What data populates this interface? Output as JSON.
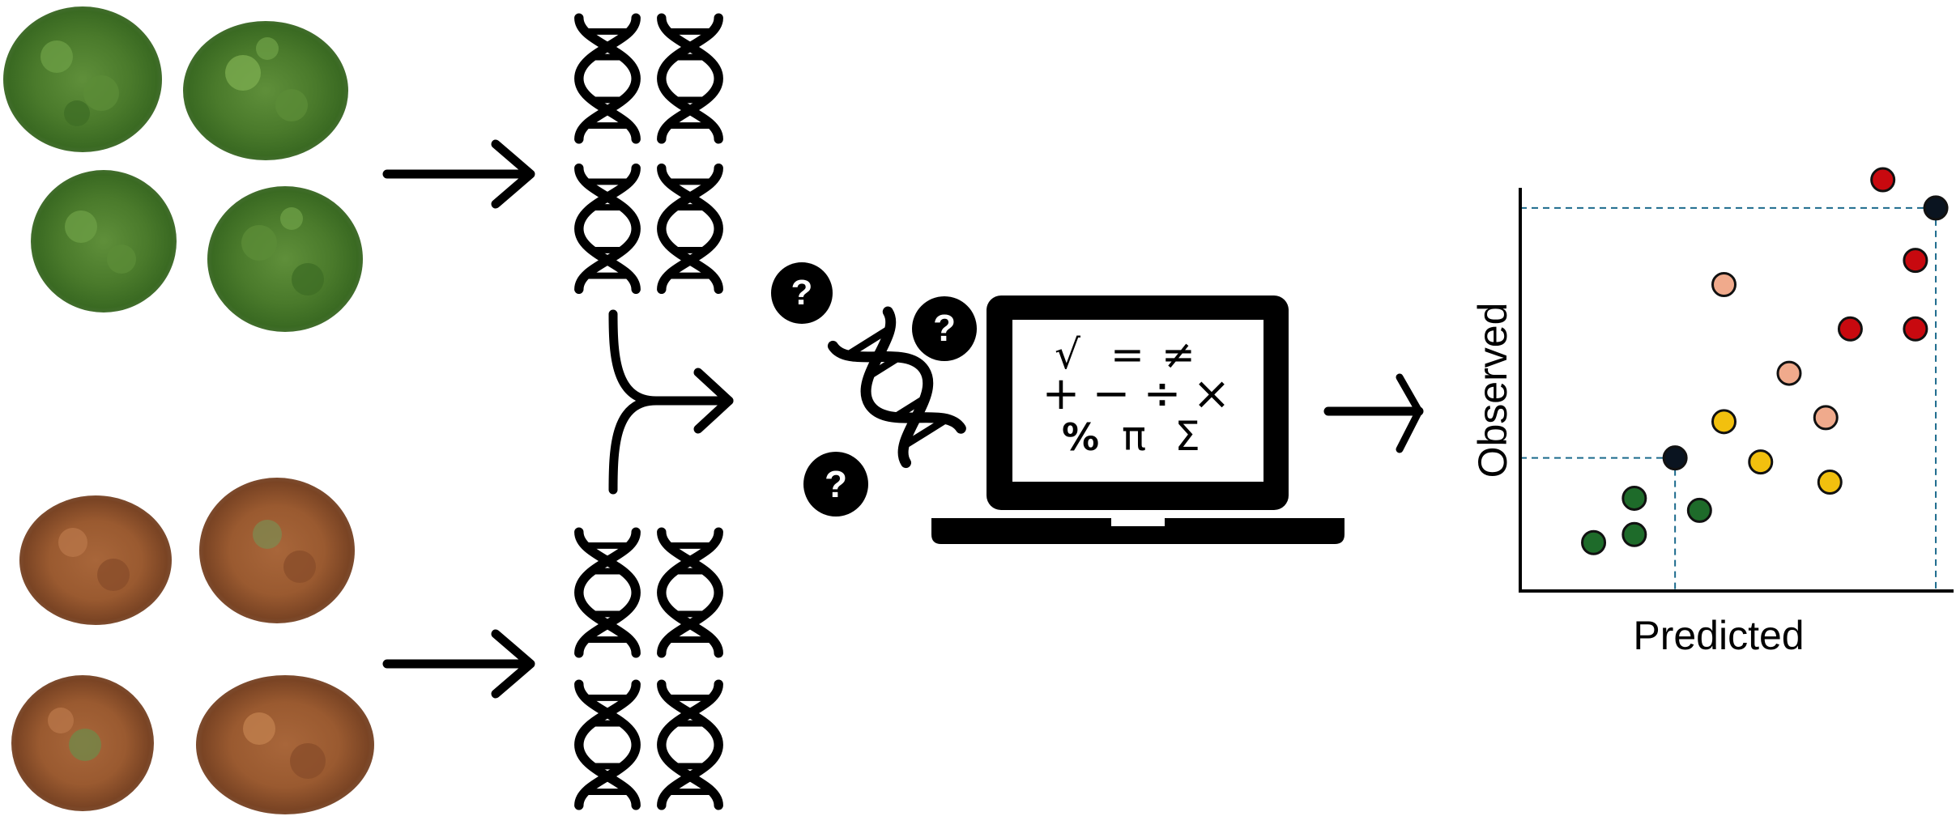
{
  "diagram": {
    "healthy_plants_label": "",
    "dry_plants_label": "",
    "computer": {
      "screen_symbols_row1": [
        "√",
        "=",
        "≠"
      ],
      "screen_symbols_row2": [
        "+",
        "−",
        "÷",
        "×"
      ],
      "screen_symbols_row3": [
        "%",
        "π",
        "Σ"
      ]
    },
    "unknown_marker": "?"
  },
  "chart_data": {
    "type": "scatter",
    "title": "",
    "xlabel": "Predicted",
    "ylabel": "Observed",
    "xlim": [
      0,
      10
    ],
    "ylim": [
      0,
      10
    ],
    "grid": false,
    "legend": "none",
    "series": [
      {
        "color": "#1e6b2a",
        "points": [
          [
            1.8,
            1.2
          ],
          [
            2.8,
            1.4
          ],
          [
            2.8,
            2.3
          ],
          [
            4.4,
            2.0
          ]
        ]
      },
      {
        "color": "#f2c00e",
        "points": [
          [
            5.0,
            4.2
          ],
          [
            5.9,
            3.2
          ],
          [
            7.6,
            2.7
          ]
        ]
      },
      {
        "color": "#f0aa8c",
        "points": [
          [
            5.0,
            7.6
          ],
          [
            6.6,
            5.4
          ],
          [
            7.5,
            4.3
          ]
        ]
      },
      {
        "color": "#c8090f",
        "points": [
          [
            8.1,
            6.5
          ],
          [
            8.9,
            10.2
          ],
          [
            9.7,
            8.2
          ],
          [
            9.7,
            6.5
          ]
        ]
      },
      {
        "color": "#0a1420",
        "points": [
          [
            3.8,
            3.3
          ],
          [
            10.2,
            9.5
          ]
        ]
      }
    ],
    "reference_lines": [
      {
        "x": 3.8,
        "y": 3.3,
        "color": "#1b6a8c"
      },
      {
        "x": 10.2,
        "y": 9.5,
        "color": "#1b6a8c"
      }
    ]
  }
}
